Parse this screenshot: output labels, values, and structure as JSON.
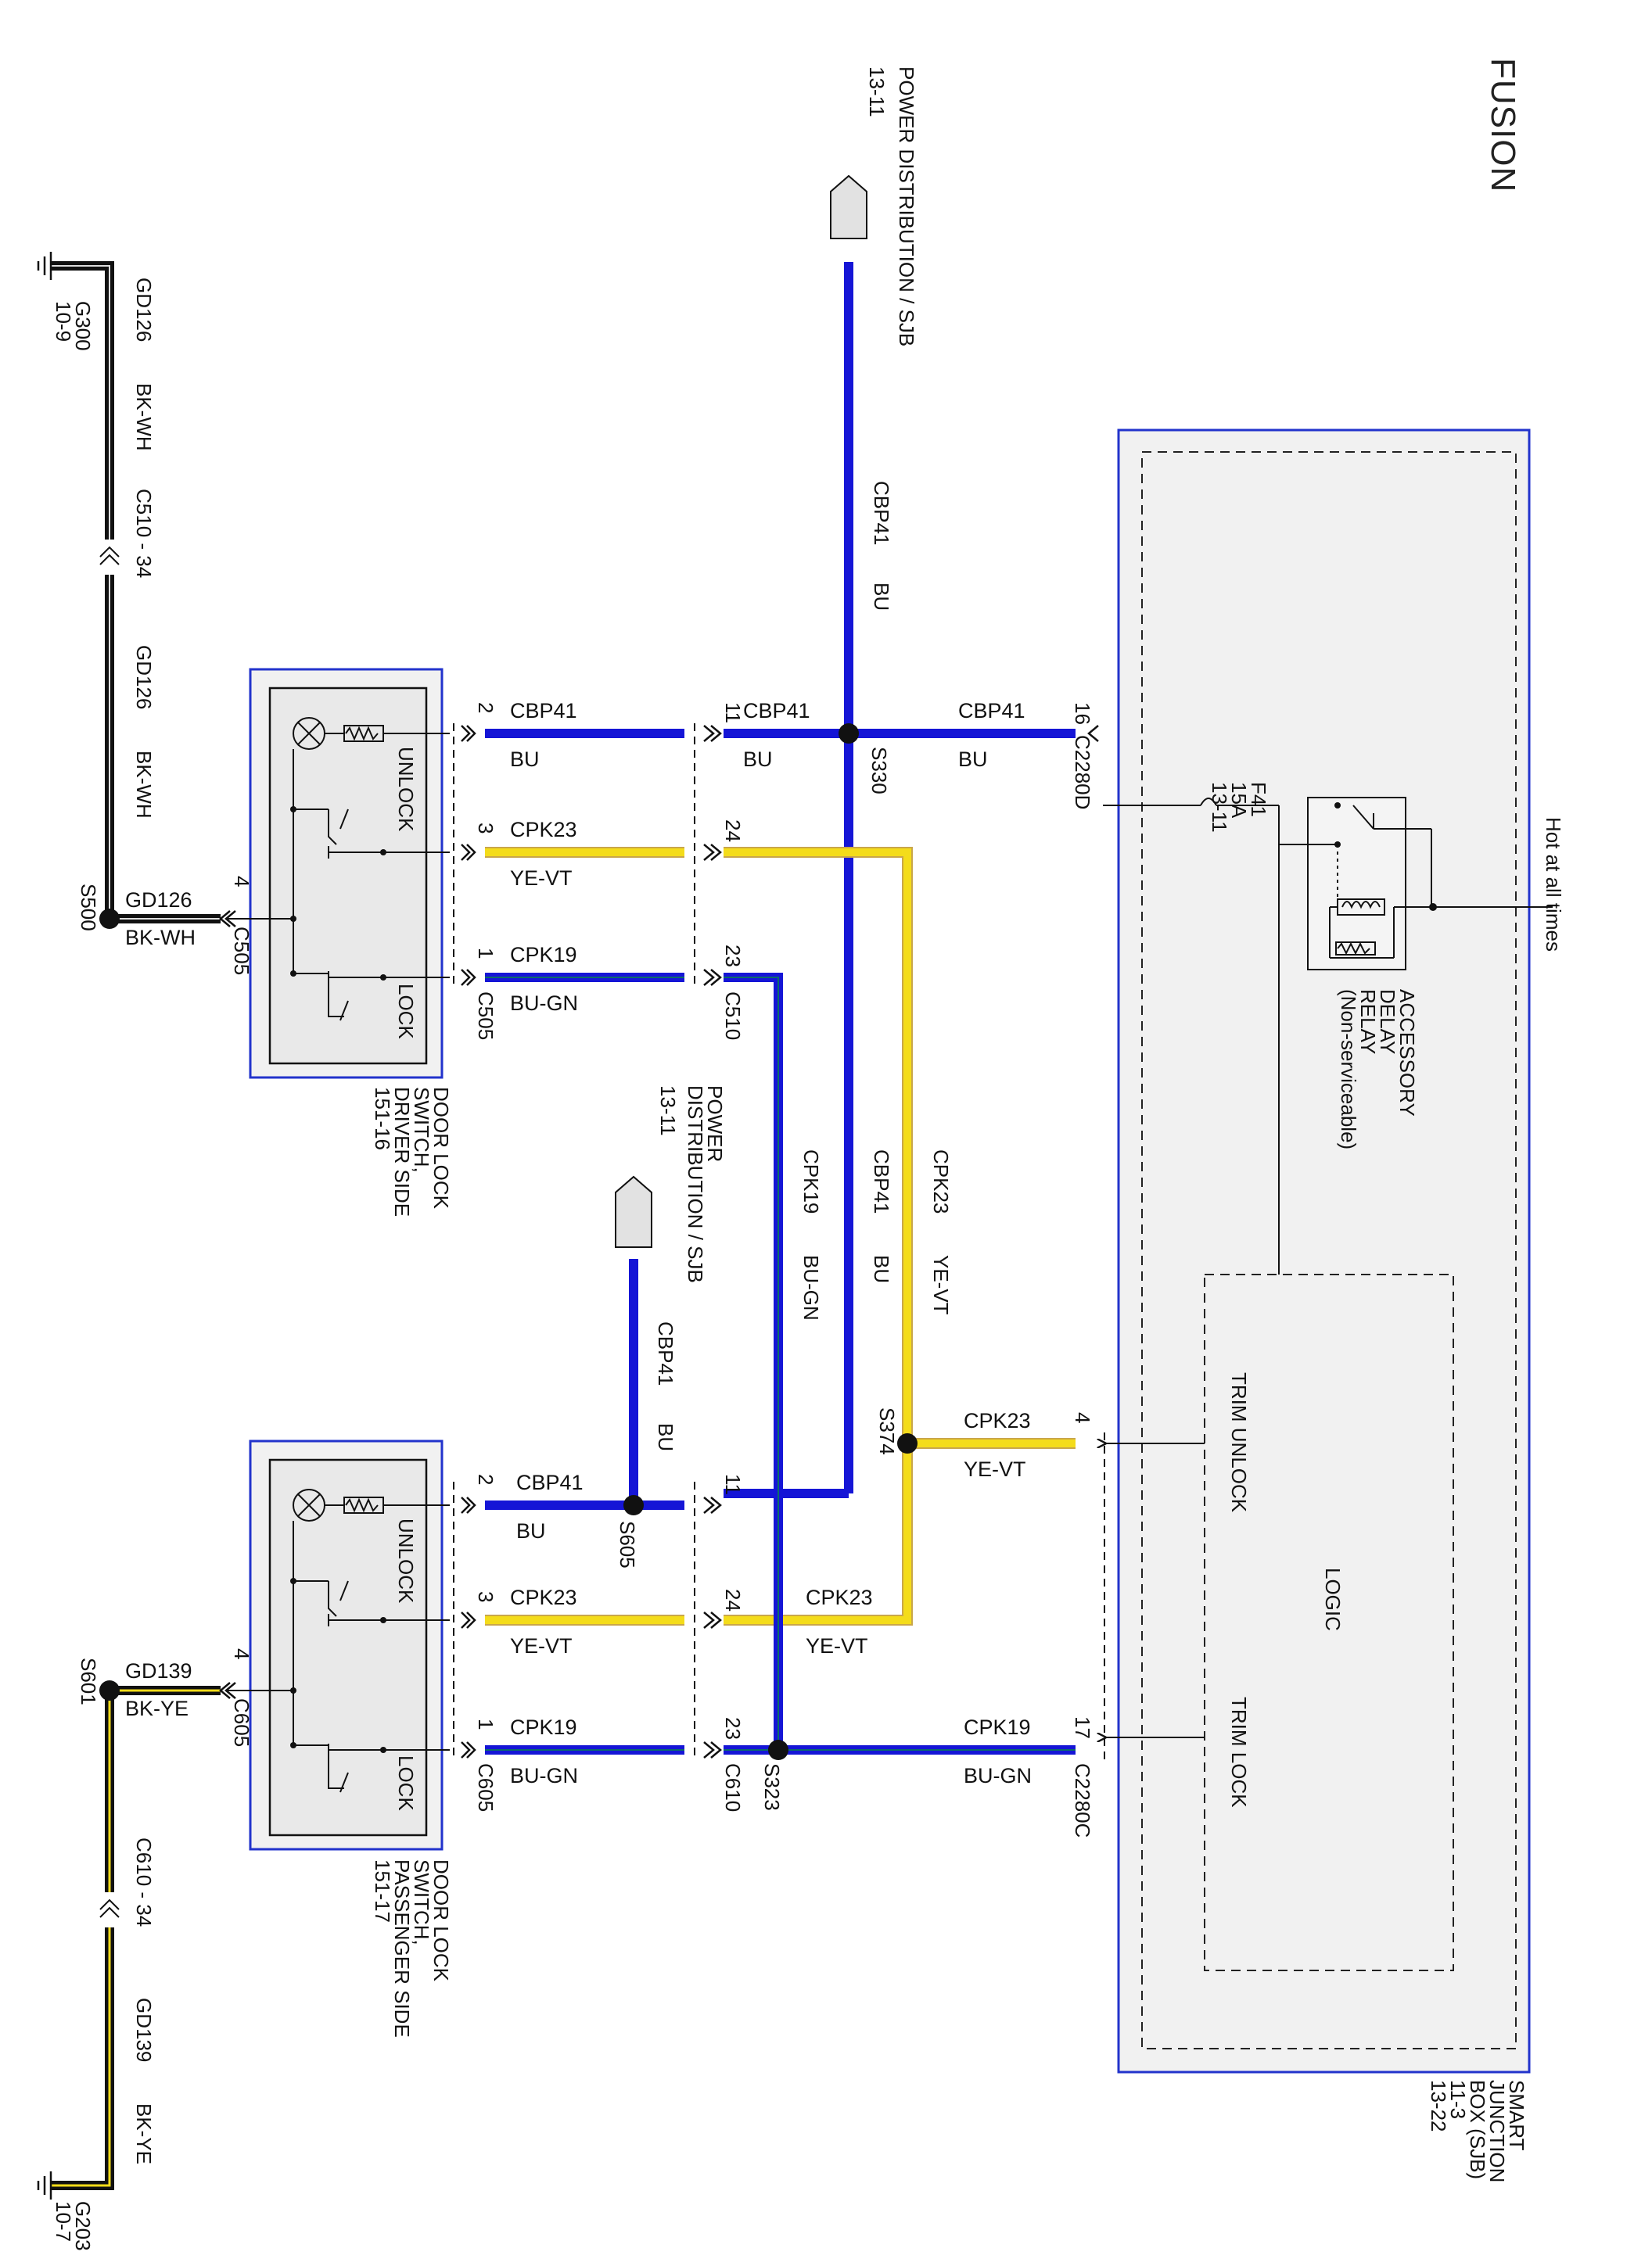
{
  "title": "FUSION",
  "sjb": {
    "name": [
      "SMART",
      "JUNCTION",
      "BOX (SJB)",
      "11-3",
      "13-22"
    ],
    "hot_note": "Hot at all times",
    "fuse": {
      "id": "F41",
      "rating": "15A",
      "ref": "13-11"
    },
    "relay": [
      "ACCESSORY",
      "DELAY",
      "RELAY",
      "(Non-serviceable)"
    ],
    "logic": "LOGIC",
    "trim_unlock": "TRIM UNLOCK",
    "trim_lock": "TRIM LOCK"
  },
  "power_distribution": [
    {
      "title": "POWER DISTRIBUTION / SJB",
      "ref": "13-11"
    },
    {
      "title_lines": [
        "POWER",
        "DISTRIBUTION / SJB"
      ],
      "ref": "13-11"
    }
  ],
  "connectors": {
    "c2280d": "C2280D",
    "c2280c": "C2280C",
    "c510": "C510",
    "c610": "C610",
    "c505": "C505",
    "c605": "C605",
    "c510_34": "C510 - 34",
    "c610_34": "C610 - 34"
  },
  "pins": {
    "p16": "16",
    "p17": "17",
    "p4": "4",
    "p11": "11",
    "p24": "24",
    "p23": "23",
    "p2": "2",
    "p3": "3",
    "p1": "1"
  },
  "splices": {
    "s330": "S330",
    "s374": "S374",
    "s323": "S323",
    "s605": "S605",
    "s500": "S500",
    "s601": "S601"
  },
  "circuits": {
    "cbp41": "CBP41",
    "cpk23": "CPK23",
    "cpk19": "CPK19",
    "gd126": "GD126",
    "gd139": "GD139",
    "bu": "BU",
    "ye_vt": "YE-VT",
    "bu_gn": "BU-GN",
    "bk_wh": "BK-WH",
    "bk_ye": "BK-YE"
  },
  "switches": {
    "driver": [
      "DOOR LOCK",
      "SWITCH,",
      "DRIVER SIDE",
      "151-16"
    ],
    "passenger": [
      "DOOR LOCK",
      "SWITCH,",
      "PASSENGER SIDE",
      "151-17"
    ],
    "unlock": "UNLOCK",
    "lock": "LOCK"
  },
  "grounds": {
    "g300": {
      "name": "G300",
      "ref": "10-9"
    },
    "g203": {
      "name": "G203",
      "ref": "10-7"
    }
  },
  "colors": {
    "wire_blue": "#1515d6",
    "wire_yellow": "#f4dc1a",
    "wire_black": "#111111",
    "box_blue": "#2233cc",
    "box_fill": "#f1f1f1"
  }
}
